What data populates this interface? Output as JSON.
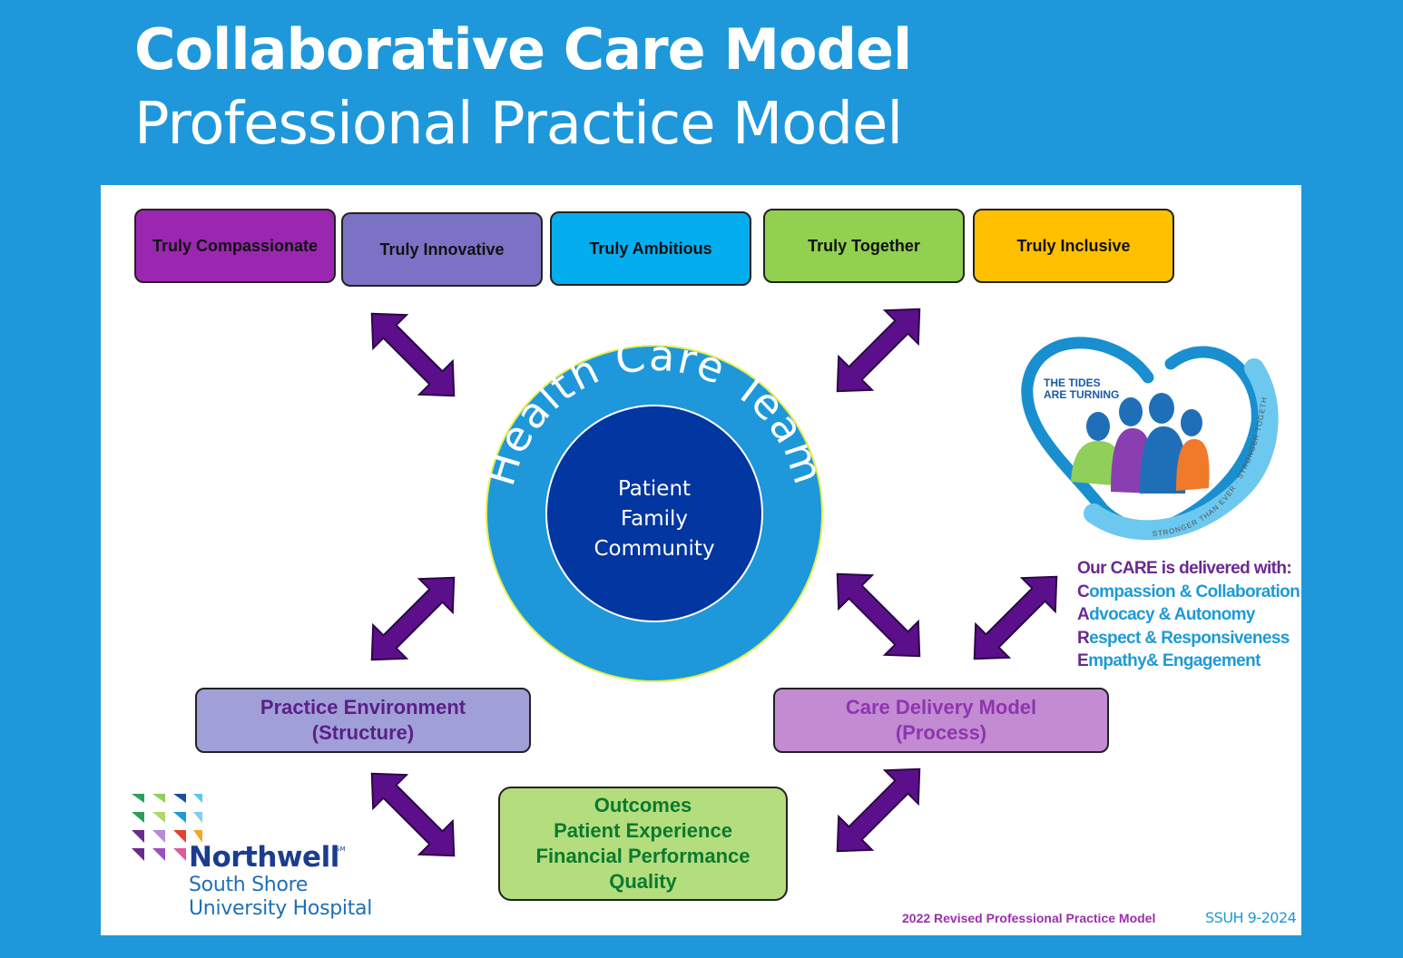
{
  "header": {
    "title": "Collaborative Care Model",
    "subtitle": "Professional Practice Model"
  },
  "values": [
    {
      "label": "Truly Compassionate",
      "color": "#9b27b0"
    },
    {
      "label": "Truly Innovative",
      "color": "#7b72c6"
    },
    {
      "label": "Truly Ambitious",
      "color": "#04adee"
    },
    {
      "label": "Truly Together",
      "color": "#92d050"
    },
    {
      "label": "Truly Inclusive",
      "color": "#ffc000"
    }
  ],
  "center": {
    "ring_label": "Health Care Team",
    "lines": [
      "Patient",
      "Family",
      "Community"
    ]
  },
  "practice_environment": {
    "line1": "Practice Environment",
    "line2": "(Structure)",
    "fill": "#a09fd8",
    "text_color": "#5b1f86"
  },
  "care_delivery": {
    "line1": "Care Delivery Model",
    "line2": "(Process)",
    "fill": "#c28bd2",
    "text_color": "#8e35b0"
  },
  "outcomes": {
    "lines": [
      "Outcomes",
      "Patient Experience",
      "Financial Performance",
      "Quality"
    ],
    "fill": "#b4dd7e",
    "text_color": "#0b7a2e"
  },
  "badge": {
    "text_line1": "THE TIDES",
    "text_line2": "ARE TURNING",
    "arc_text": "STRONGER THAN EVER · STRONGER TOGETHER"
  },
  "care_acronym": {
    "heading": "Our CARE is delivered with:",
    "items": [
      {
        "letter": "C",
        "rest": "ompassion & Collaboration"
      },
      {
        "letter": "A",
        "rest": "dvocacy & Autonomy"
      },
      {
        "letter": "R",
        "rest": "espect & Responsiveness"
      },
      {
        "letter": "E",
        "rest": "mpathy& Engagement"
      }
    ]
  },
  "logo": {
    "name": "Northwell",
    "mark": "SM",
    "line1": "South Shore",
    "line2": "University Hospital"
  },
  "footer": {
    "note": "2022 Revised Professional Practice Model",
    "code": "SSUH 9-2024"
  },
  "colors": {
    "background": "#1e98da",
    "arrow": "#5c0f8b",
    "outer_circle": "#1e98da",
    "inner_circle": "#0236a0"
  }
}
